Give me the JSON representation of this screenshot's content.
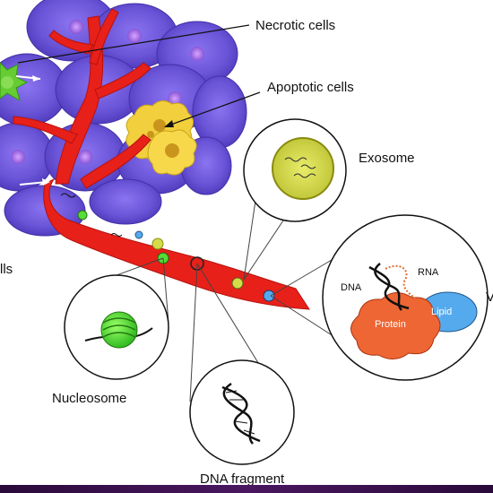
{
  "labels": {
    "necrotic_cells": "Necrotic cells",
    "apoptotic_cells": "Apoptotic cells",
    "exosome": "Exosome",
    "nucleosome": "Nucleosome",
    "dna_fragment": "DNA fragment",
    "left_cut_label": "lls",
    "right_cut_label": "V",
    "inset_dna": "DNA",
    "inset_rna": "RNA",
    "inset_protein": "Protein",
    "inset_lipid": "Lipid"
  },
  "colors": {
    "tumor_cell": "#6b55d8",
    "tumor_nucleus": "#9a6ae0",
    "vessel": "#e8201a",
    "necrotic": "#66cc33",
    "apoptotic": "#f2cf3c",
    "exosome": "#d4dc4a",
    "nucleosome": "#55dd33",
    "protein": "#ee6633",
    "lipid": "#55aaee"
  }
}
